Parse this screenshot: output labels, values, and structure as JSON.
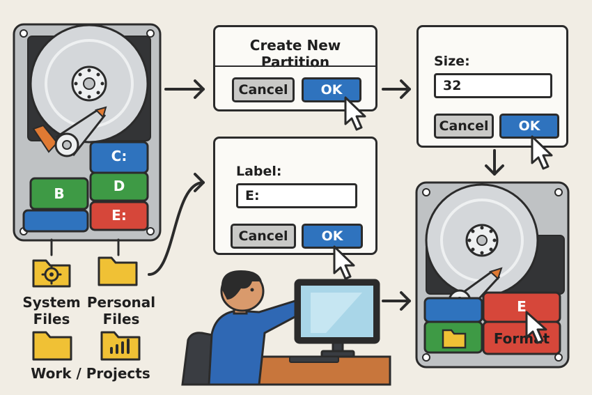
{
  "dialogs": {
    "create": {
      "title": "Create New Partition",
      "cancel": "Cancel",
      "ok": "OK"
    },
    "size": {
      "label": "Size:",
      "value": "32",
      "cancel": "Cancel",
      "ok": "OK"
    },
    "label": {
      "label": "Label:",
      "value": "E:",
      "cancel": "Cancel",
      "ok": "OK"
    }
  },
  "left_drive": {
    "partitions": [
      "C:",
      "B",
      "D",
      "E:"
    ]
  },
  "right_drive": {
    "partition": "E",
    "action": "Format"
  },
  "folders": [
    {
      "caption_line1": "System",
      "caption_line2": "Files",
      "icon": "gear-folder-icon"
    },
    {
      "caption_line1": "Personal",
      "caption_line2": "Files",
      "icon": "folder-icon"
    },
    {
      "caption_line1": "Work / Projects",
      "caption_line2": "",
      "icon": "chart-folder-icon"
    }
  ],
  "colors": {
    "blue": "#2f73be",
    "green": "#3e9a45",
    "red": "#d6473a",
    "folder": "#f0c135",
    "outline": "#2b2b2b",
    "background": "#f1ede4"
  }
}
